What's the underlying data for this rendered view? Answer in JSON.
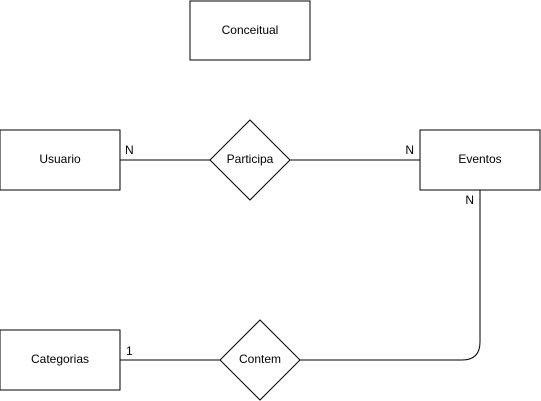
{
  "diagram": {
    "title": "Conceitual",
    "entities": {
      "usuario": "Usuario",
      "eventos": "Eventos",
      "categorias": "Categorias"
    },
    "relationships": {
      "participa": "Participa",
      "contem": "Contem"
    },
    "cardinalities": {
      "usuario_participa": "N",
      "eventos_participa": "N",
      "eventos_contem": "N",
      "categorias_contem": "1"
    }
  }
}
